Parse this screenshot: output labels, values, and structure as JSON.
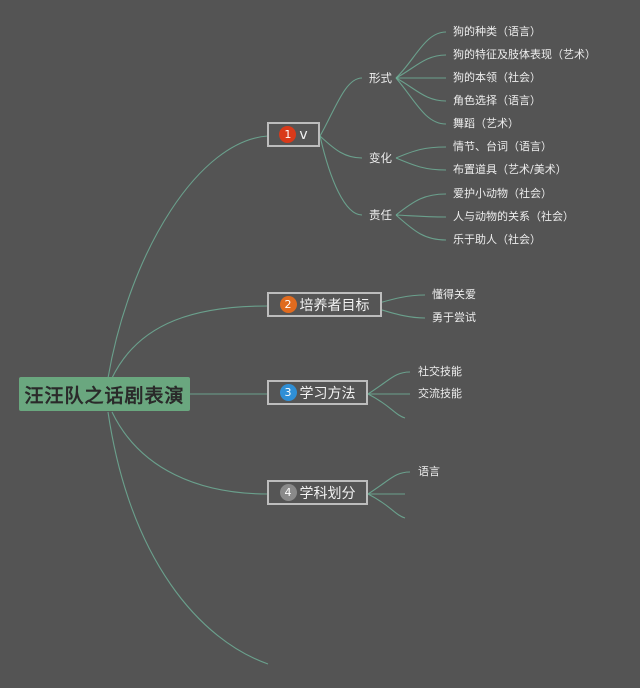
{
  "root": {
    "title": "汪汪队之话剧表演"
  },
  "branches": [
    {
      "badge": "1",
      "badge_color": "#d93a1a",
      "title": "v"
    },
    {
      "badge": "2",
      "badge_color": "#e06b1f",
      "title": "培养者目标"
    },
    {
      "badge": "3",
      "badge_color": "#2f8fd6",
      "title": "学习方法"
    },
    {
      "badge": "4",
      "badge_color": "#8a8a8a",
      "title": "学科划分"
    }
  ],
  "branch1": {
    "groups": [
      {
        "title": "形式",
        "items": [
          "狗的种类（语言）",
          "狗的特征及肢体表现（艺术）",
          "狗的本领（社会）",
          "角色选择（语言）",
          "舞蹈（艺术）"
        ]
      },
      {
        "title": "变化",
        "items": [
          "情节、台词（语言）",
          "布置道具（艺术/美术）"
        ]
      },
      {
        "title": "责任",
        "items": [
          "爱护小动物（社会）",
          "人与动物的关系（社会）",
          "乐于助人（社会）"
        ]
      }
    ]
  },
  "branch2": {
    "items": [
      "懂得关爱",
      "勇于尝试"
    ]
  },
  "branch3": {
    "items": [
      "社交技能",
      "交流技能"
    ]
  },
  "branch4": {
    "items": [
      "语言"
    ]
  },
  "colors": {
    "background": "#545454",
    "line": "#6fae97",
    "root": "#6aa77f",
    "border": "#bdbdbd"
  }
}
